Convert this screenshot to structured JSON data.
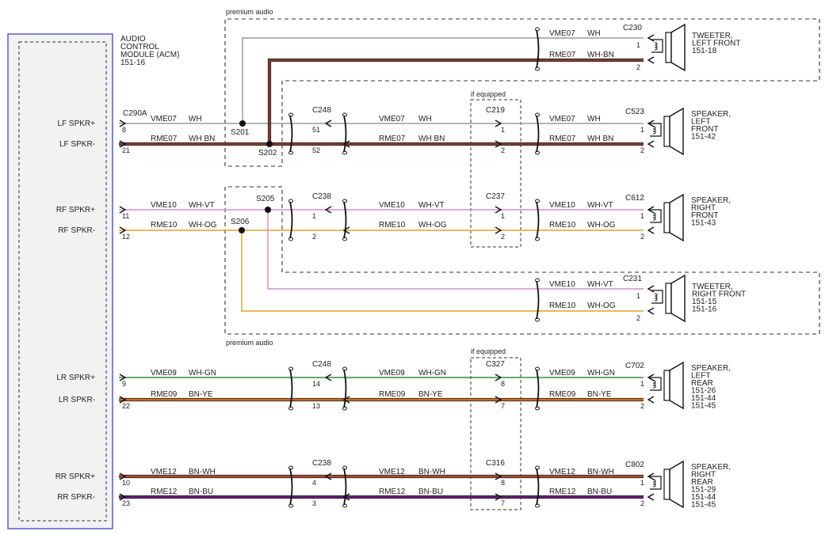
{
  "colors": {
    "WH": "#9a9a9a",
    "WH-BN": "#8b3a2a",
    "WH-VT": "#d68ad6",
    "WH-OG": "#e8a020",
    "WH-GN": "#3a8a3a",
    "BN-YE": "#d2691e",
    "BN-WH": "#b04a30",
    "BN-BU": "#6a1a7a"
  },
  "acm": {
    "lines": [
      "AUDIO",
      "CONTROL",
      "MODULE (ACM)",
      "151-16"
    ],
    "connector": "C290A"
  },
  "premium_top": "premium audio",
  "premium_bottom": "premium audio",
  "if_equipped_top": "if equipped",
  "if_equipped_bottom": "if equipped",
  "splices": [
    "S201",
    "S202",
    "S205",
    "S206"
  ],
  "channels": [
    {
      "plus_label": "LF SPKR+",
      "minus_label": "LF SPKR-",
      "pin_plus": "8",
      "pin_minus": "21",
      "mid_conn": "C248",
      "mid_pin_plus": "51",
      "mid_pin_minus": "52",
      "opt_conn": "C219",
      "opt_pin_plus": "1",
      "opt_pin_minus": "2",
      "spk_conn": "C523",
      "spk_pin_plus": "1",
      "spk_pin_minus": "2",
      "circ_plus": "VME07",
      "color_plus": "WH",
      "circ_minus": "RME07",
      "color_minus": "WH-BN",
      "color_minus_text": "WH BN",
      "speaker": [
        "SPEAKER,",
        "LEFT",
        "FRONT",
        "151-42"
      ]
    },
    {
      "plus_label": "RF SPKR+",
      "minus_label": "RF SPKR-",
      "pin_plus": "11",
      "pin_minus": "12",
      "mid_conn": "C238",
      "mid_pin_plus": "1",
      "mid_pin_minus": "2",
      "opt_conn": "C237",
      "opt_pin_plus": "1",
      "opt_pin_minus": "2",
      "spk_conn": "C612",
      "spk_pin_plus": "1",
      "spk_pin_minus": "2",
      "circ_plus": "VME10",
      "color_plus": "WH-VT",
      "circ_minus": "RME10",
      "color_minus": "WH-OG",
      "color_minus_text": "WH-OG",
      "speaker": [
        "SPEAKER,",
        "RIGHT",
        "FRONT",
        "151-43"
      ]
    },
    {
      "plus_label": "LR SPKR+",
      "minus_label": "LR SPKR-",
      "pin_plus": "9",
      "pin_minus": "22",
      "mid_conn": "C248",
      "mid_pin_plus": "14",
      "mid_pin_minus": "13",
      "opt_conn": "C327",
      "opt_pin_plus": "8",
      "opt_pin_minus": "7",
      "spk_conn": "C702",
      "spk_pin_plus": "1",
      "spk_pin_minus": "2",
      "circ_plus": "VME09",
      "color_plus": "WH-GN",
      "circ_minus": "RME09",
      "color_minus": "BN-YE",
      "color_minus_text": "BN-YE",
      "speaker": [
        "SPEAKER,",
        "LEFT",
        "REAR",
        "151-26",
        "151-44",
        "151-45"
      ]
    },
    {
      "plus_label": "RR SPKR+",
      "minus_label": "RR SPKR-",
      "pin_plus": "10",
      "pin_minus": "23",
      "mid_conn": "C238",
      "mid_pin_plus": "4",
      "mid_pin_minus": "3",
      "opt_conn": "C316",
      "opt_pin_plus": "8",
      "opt_pin_minus": "7",
      "spk_conn": "C802",
      "spk_pin_plus": "1",
      "spk_pin_minus": "2",
      "circ_plus": "VME12",
      "color_plus": "BN-WH",
      "circ_minus": "RME12",
      "color_minus": "BN-BU",
      "color_minus_text": "BN-BU",
      "speaker": [
        "SPEAKER,",
        "RIGHT",
        "REAR",
        "151-29",
        "151-44",
        "151-45"
      ]
    }
  ],
  "tweeters": [
    {
      "conn": "C230",
      "pin_plus": "1",
      "pin_minus": "2",
      "circ_plus": "VME07",
      "color_plus": "WH",
      "circ_minus": "RME07",
      "color_minus": "WH-BN",
      "lines": [
        "TWEETER,",
        "LEFT FRONT",
        "151-18"
      ]
    },
    {
      "conn": "C231",
      "pin_plus": "1",
      "pin_minus": "2",
      "circ_plus": "VME10",
      "color_plus": "WH-VT",
      "circ_minus": "RME10",
      "color_minus": "WH-OG",
      "lines": [
        "TWEETER,",
        "RIGHT FRONT",
        "151-15",
        "151-16"
      ]
    }
  ]
}
